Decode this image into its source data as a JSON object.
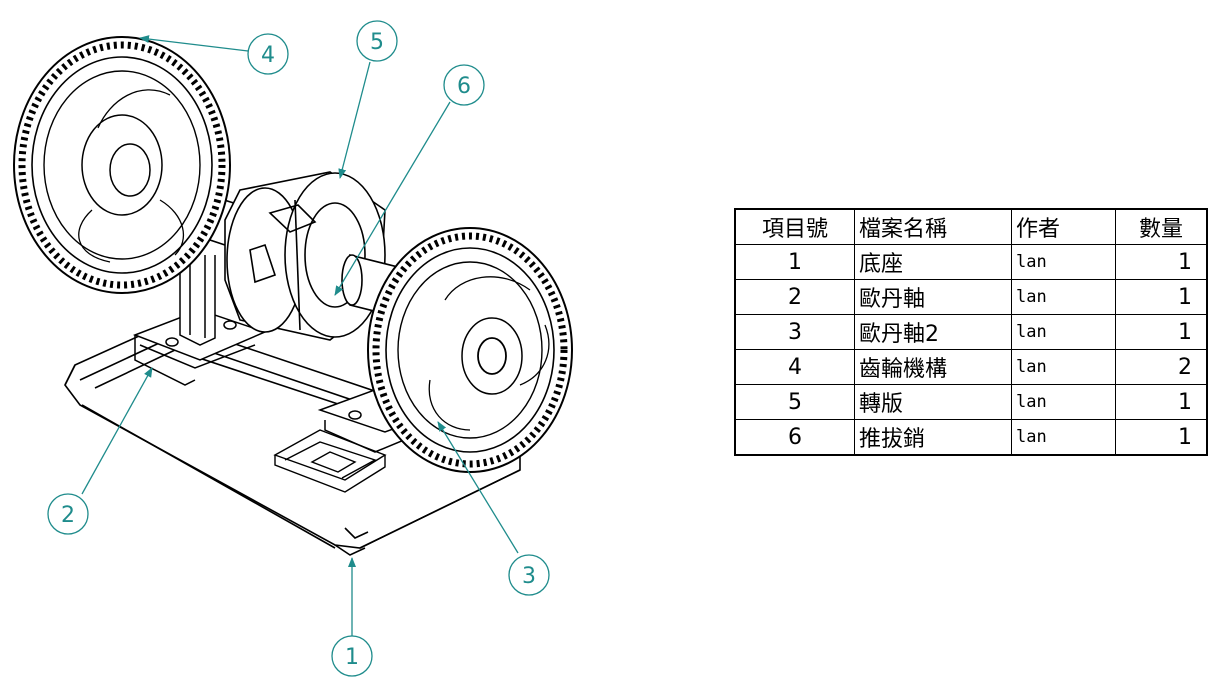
{
  "bom": {
    "headers": {
      "item": "項目號",
      "file": "檔案名稱",
      "author": "作者",
      "qty": "數量"
    },
    "rows": [
      {
        "item": "1",
        "file": "底座",
        "author": "lan",
        "qty": "1"
      },
      {
        "item": "2",
        "file": "歐丹軸",
        "author": "lan",
        "qty": "1"
      },
      {
        "item": "3",
        "file": "歐丹軸2",
        "author": "lan",
        "qty": "1"
      },
      {
        "item": "4",
        "file": "齒輪機構",
        "author": "lan",
        "qty": "2"
      },
      {
        "item": "5",
        "file": "轉版",
        "author": "lan",
        "qty": "1"
      },
      {
        "item": "6",
        "file": "推拔銷",
        "author": "lan",
        "qty": "1"
      }
    ]
  },
  "balloons": [
    "4",
    "5",
    "6",
    "2",
    "3",
    "1"
  ],
  "colors": {
    "balloon": "#1f8c8c",
    "line": "#000000"
  }
}
